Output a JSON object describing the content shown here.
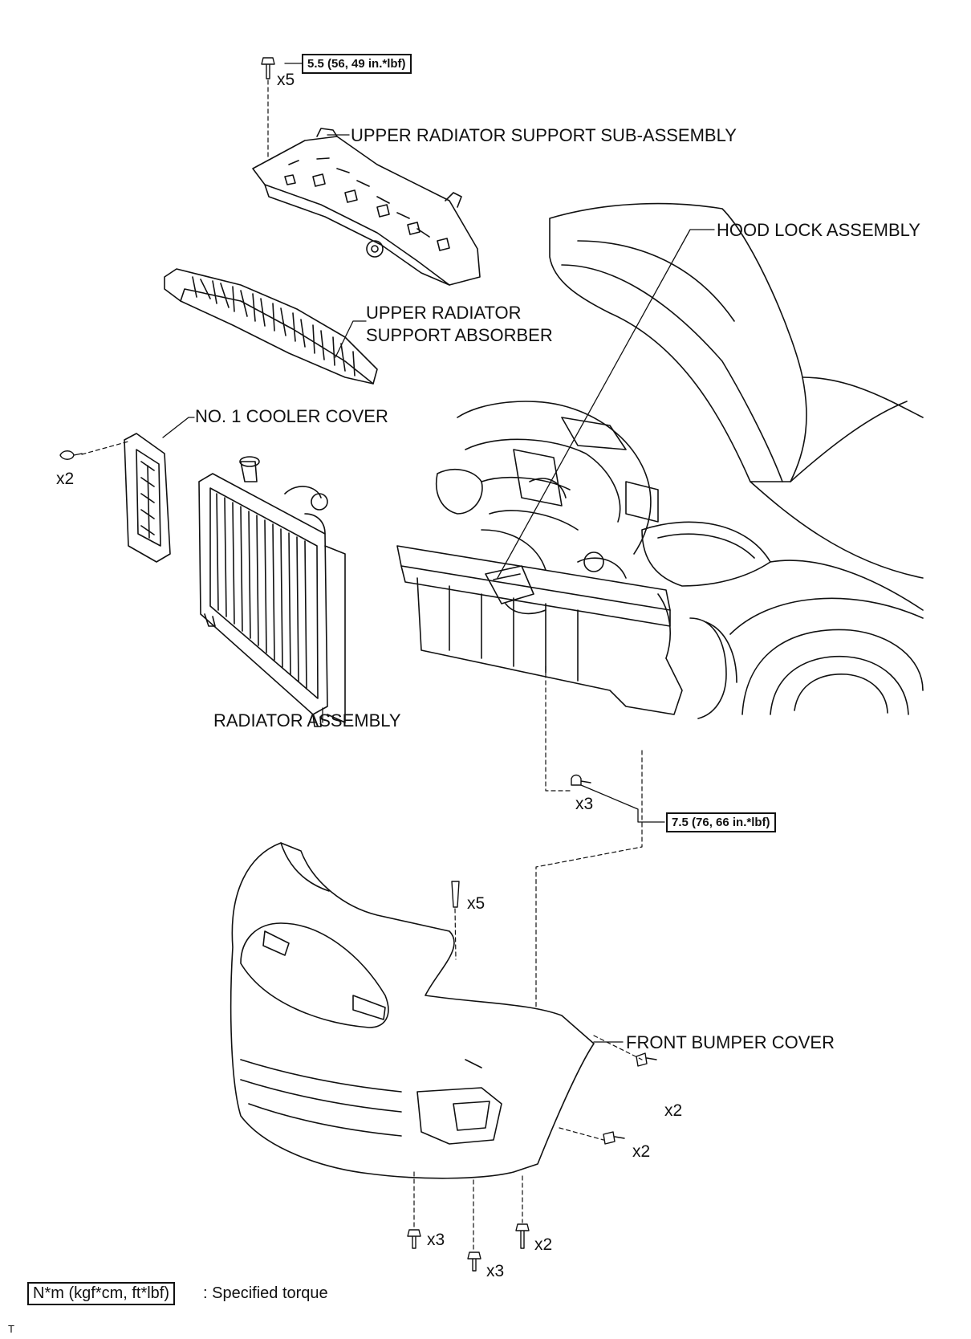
{
  "labels": {
    "upper_radiator_support_sub_assembly": "UPPER RADIATOR SUPPORT SUB-ASSEMBLY",
    "hood_lock_assembly": "HOOD LOCK ASSEMBLY",
    "upper_radiator_support_absorber_line1": "UPPER RADIATOR",
    "upper_radiator_support_absorber_line2": "SUPPORT ABSORBER",
    "no1_cooler_cover": "NO. 1 COOLER COVER",
    "radiator_assembly": "RADIATOR ASSEMBLY",
    "front_bumper_cover": "FRONT BUMPER COVER"
  },
  "torques": {
    "upper_support_bolts": "5.5 (56, 49 in.*lbf)",
    "radiator_lower_bolts": "7.5 (76, 66 in.*lbf)"
  },
  "quantities": {
    "upper_support": "x5",
    "cooler_cover": "x2",
    "radiator_lower": "x3",
    "bumper_top": "x5",
    "bumper_side_upper": "x2",
    "bumper_side_lower": "x2",
    "bumper_bottom_left": "x3",
    "bumper_bottom_center": "x3",
    "bumper_bottom_right": "x2"
  },
  "legend": {
    "unit": "N*m (kgf*cm, ft*lbf)",
    "description": ": Specified torque"
  },
  "footer_code": "T"
}
